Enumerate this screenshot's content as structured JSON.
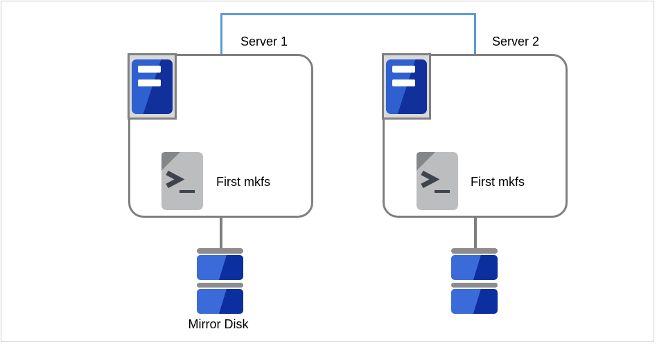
{
  "servers": [
    {
      "label": "Server 1",
      "command": "First mkfs",
      "disk_label": "Mirror Disk"
    },
    {
      "label": "Server 2",
      "command": "First mkfs"
    }
  ],
  "icons": {
    "link": "interconnect-link-line",
    "server": "server-tower-icon",
    "script": "terminal-script-icon",
    "disk": "disk-stack-icon"
  },
  "colors": {
    "link_blue": "#5b9bd5",
    "outline_gray": "#7f7f7f",
    "frame_fill": "#d9d9d9",
    "tower_blue_light": "#2e61cf",
    "tower_blue_dark": "#11309b",
    "disk_blue_light": "#3a6bd9",
    "disk_blue_dark": "#0b2f9f",
    "disk_cap_gray": "#8c8c8c",
    "doc_gray": "#bbbdbe",
    "doc_fold_gray": "#83878a",
    "doc_glyph": "#3d444c",
    "canvas_border": "#c9c9c9",
    "text": "#000000"
  }
}
